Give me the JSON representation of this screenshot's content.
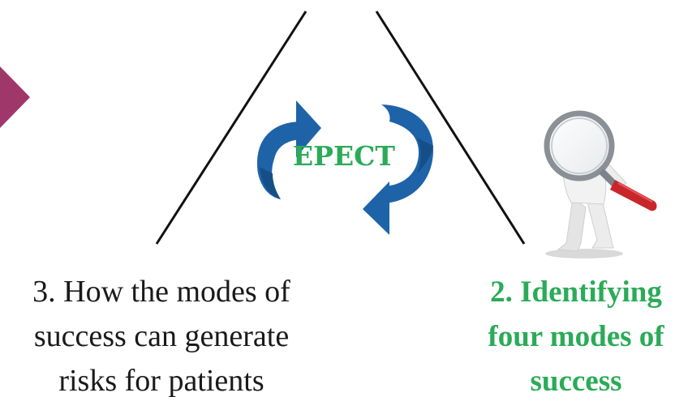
{
  "diagram": {
    "center_label": "EPECT",
    "left_caption": "3. How the modes of\nsuccess can generate\nrisks for patients",
    "right_caption": "2. Identifying\nfour modes of\nsuccess"
  },
  "colors": {
    "arrow_blue": "#1e63a8",
    "highlight_green": "#2bab58",
    "nav_chevron": "#a0376b",
    "line": "#111111"
  },
  "icons": {
    "cycle": "circular-arrows-icon",
    "figure": "person-with-magnifying-glass-icon",
    "nav": "chevron-right-icon"
  }
}
